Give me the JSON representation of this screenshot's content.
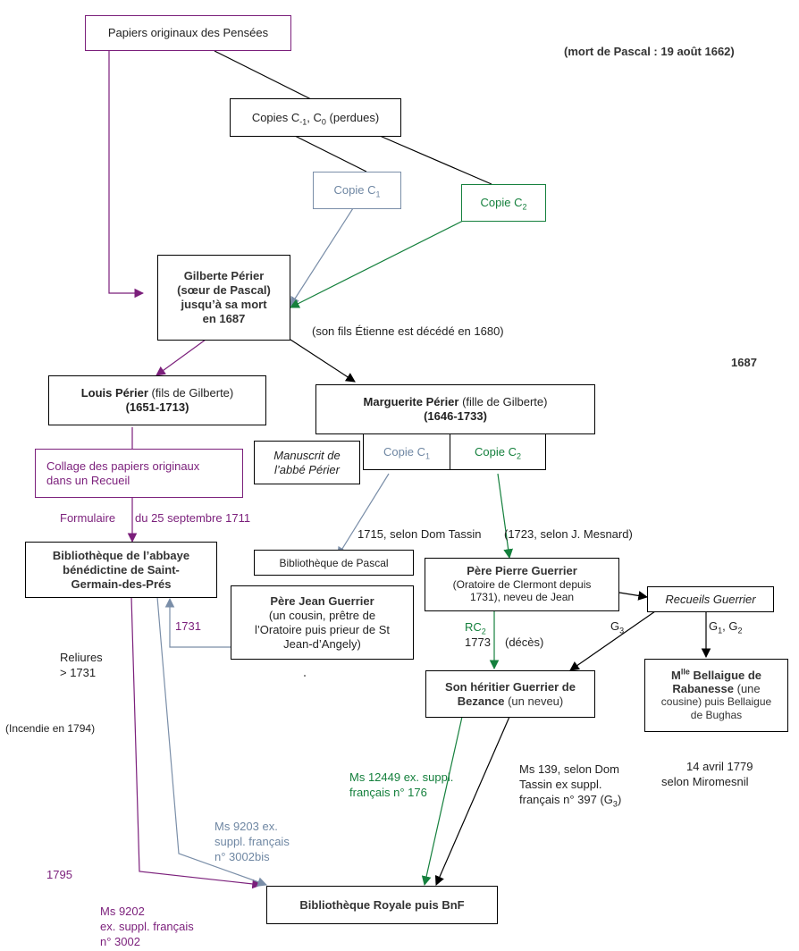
{
  "papiers": "Papiers originaux des Pensées",
  "mort_pascal": "(mort de Pascal : 19 août 1662)",
  "copies_perdues_pre": "Copies C",
  "copies_perdues_sub1": "-1",
  "copies_perdues_mid": ", C",
  "copies_perdues_sub2": "0",
  "copies_perdues_post": " (perdues)",
  "copie_c": "Copie C",
  "sub_1": "1",
  "sub_2": "2",
  "gilberte": [
    "Gilberte Périer",
    "(sœur de Pascal)",
    "jusqu’à sa mort",
    "en 1687"
  ],
  "etienne_note": "(son fils Étienne est décédé en 1680)",
  "year_1687": "1687",
  "louis_name": "Louis Périer",
  "louis_rest": " (fils de Gilberte)",
  "louis_dates": "(1651-1713)",
  "marguerite_name": "Marguerite Périer",
  "marguerite_rest": " (fille de Gilberte)",
  "marguerite_dates": "(1646-1733)",
  "manuscrit": [
    "Manuscrit de",
    "l’abbé Périer"
  ],
  "collage": [
    "Collage des papiers originaux",
    "dans un Recueil"
  ],
  "formulaire": "Formulaire",
  "formulaire_date": "du  25 septembre 1711",
  "abbaye": [
    "Bibliothèque de l’abbaye",
    "bénédictine de Saint-",
    "Germain-des-Prés"
  ],
  "tassin_1715": "1715, selon Dom Tassin",
  "mesnard_1723": "(1723, selon J. Mesnard)",
  "bib_pascal": "Bibliothèque de Pascal",
  "pierre_name": "Père Pierre Guerrier",
  "pierre_lines": [
    "(Oratoire de Clermont depuis",
    "1731), neveu de Jean"
  ],
  "jean_name": "Père Jean Guerrier",
  "jean_lines": [
    "(un cousin, prêtre de",
    "l’Oratoire puis prieur de St",
    "Jean-d’Angely)"
  ],
  "recueils": "Recueils Guerrier",
  "g3": "G",
  "g3_sub": "3",
  "g1g2_pre": "G",
  "g1g2_mid": ", G",
  "y1731": "1731",
  "rc": "RC",
  "y1773": "1773",
  "deces": "(décès)",
  "reliures": [
    "Reliures",
    "> 1731"
  ],
  "incendie": "(Incendie en 1794)",
  "bezance_line1": "Son héritier Guerrier de",
  "bezance_bold": "Bezance",
  "bezance_rest": " (un neveu)",
  "bellaigue_m": "M",
  "bellaigue_sup": "lle",
  "bellaigue_line1": " Bellaigue de",
  "bellaigue_line2": "Rabanesse",
  "bellaigue_une": " (une",
  "bellaigue_lines": [
    "cousine) puis Bellaigue",
    "de Bughas"
  ],
  "ms12449": [
    "Ms 12449 ex. suppl.",
    "français n° 176"
  ],
  "ms139": [
    "Ms 139, selon Dom",
    "Tassin ex suppl.",
    "français n° 397 (G"
  ],
  "ms139_sub": "3",
  "ms139_end": ")",
  "miromesnil": [
    "14 avril 1779",
    "selon Miromesnil"
  ],
  "ms9203": [
    "Ms 9203 ex.",
    "suppl. français",
    "n° 3002bis"
  ],
  "y1795": "1795",
  "bnf": "Bibliothèque Royale puis BnF",
  "ms9202": [
    "Ms 9202",
    "ex. suppl. français",
    "n° 3002"
  ],
  "colors": {
    "purple": "#7b1f7b",
    "green": "#15803d",
    "slate": "#7a8ea8",
    "black": "#000000"
  }
}
